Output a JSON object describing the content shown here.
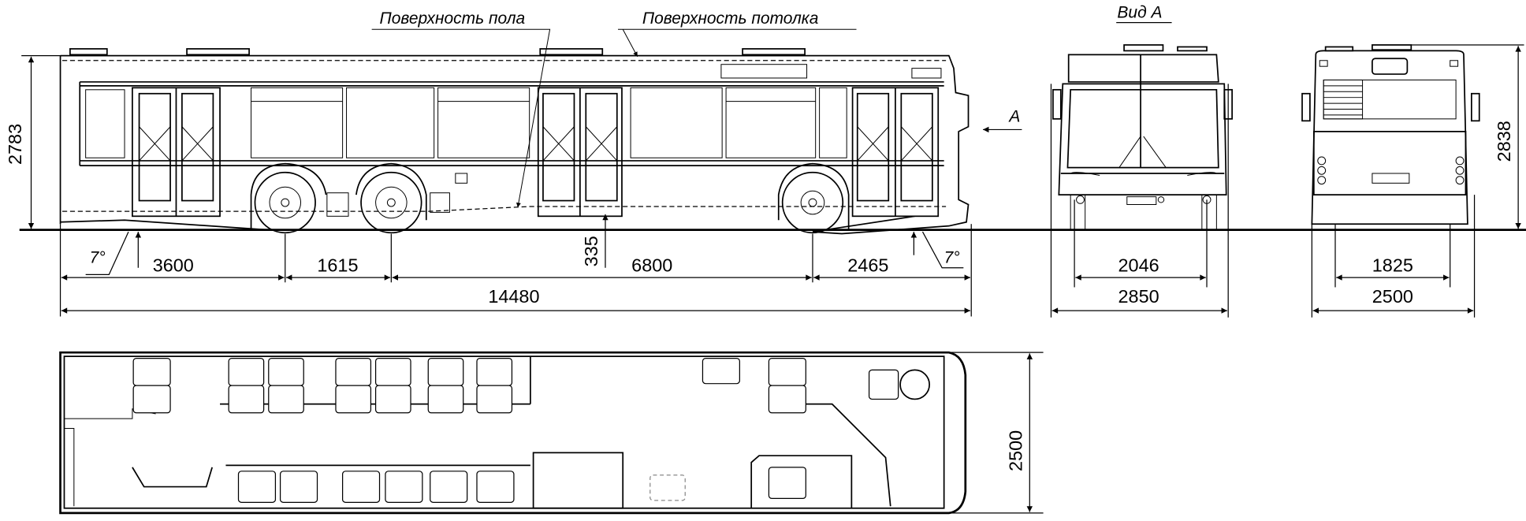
{
  "labels": {
    "floor_surface": "Поверхность пола",
    "ceiling_surface": "Поверхность потолка",
    "view_a": "Вид А",
    "view_arrow": "A",
    "angle_front": "7°",
    "angle_rear": "7°"
  },
  "side_view": {
    "height": "2783",
    "rear_overhang": "3600",
    "axle_spacing": "1615",
    "wheelbase": "6800",
    "front_overhang": "2465",
    "floor_height": "335",
    "overall_length": "14480"
  },
  "front_view": {
    "track": "2046",
    "width_mirrors": "2850"
  },
  "rear_view": {
    "height": "2838",
    "track": "1825",
    "width": "2500"
  },
  "plan_view": {
    "width": "2500"
  },
  "colors": {
    "line": "#000000",
    "background": "#ffffff"
  }
}
